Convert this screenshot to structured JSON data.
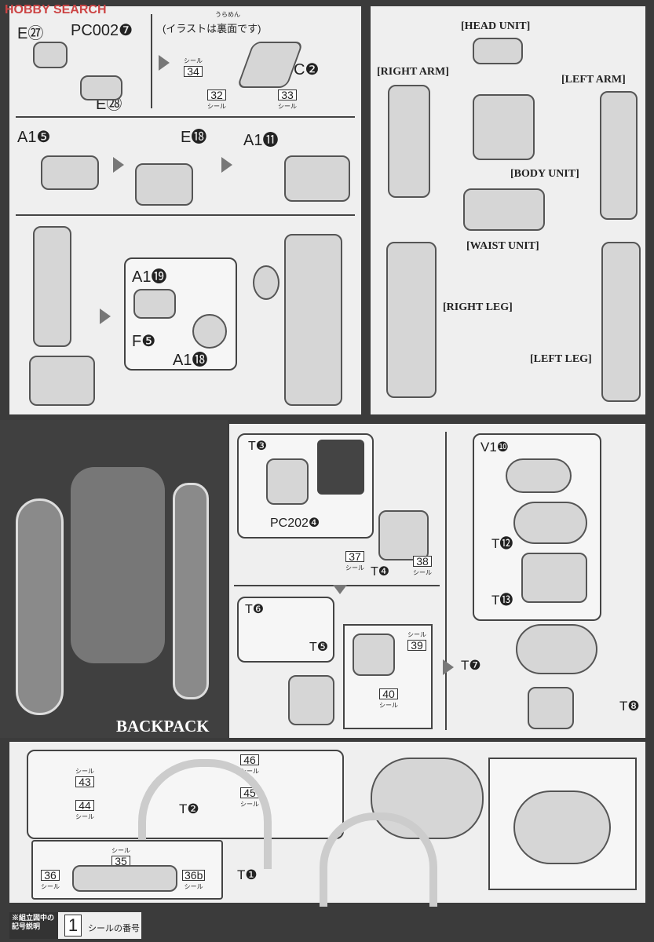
{
  "watermark": "HOBBY SEARCH",
  "step1": {
    "e27": "E㉗",
    "pc002": "PC002❼",
    "e28": "E㉘",
    "note": "(イラストは裏面です)",
    "note_ruby": "うらめん",
    "c2": "C❷",
    "seals": [
      {
        "num": "34",
        "label": "シール"
      },
      {
        "num": "32",
        "label": "シール"
      },
      {
        "num": "33",
        "label": "シール"
      }
    ]
  },
  "step2": {
    "a1_5": "A1❺",
    "e18": "E⓲",
    "a1_11": "A1⓫"
  },
  "step3": {
    "a1_19": "A1⓳",
    "f5": "F❺",
    "a1_18": "A1⓲"
  },
  "units": {
    "head": "[HEAD UNIT]",
    "right_arm": "[RIGHT ARM]",
    "left_arm": "[LEFT ARM]",
    "body": "[BODY UNIT]",
    "waist": "[WAIST UNIT]",
    "right_leg": "[RIGHT LEG]",
    "left_leg": "[LEFT LEG]"
  },
  "backpack": {
    "title": "BACKPACK",
    "t3": "T❸",
    "pc202": "PC202❹",
    "t4": "T❹",
    "t6": "T❻",
    "t5": "T❺",
    "t7": "T❼",
    "t8": "T❽",
    "v1": "V1❿",
    "t12": "T⓬",
    "t13": "T⓭",
    "seals": [
      {
        "num": "37",
        "label": "シール"
      },
      {
        "num": "38",
        "label": "シール"
      },
      {
        "num": "39",
        "label": "シール"
      },
      {
        "num": "40",
        "label": "シール"
      }
    ]
  },
  "bottom": {
    "t1": "T❶",
    "t2": "T❷",
    "seals": [
      {
        "num": "43",
        "label": "シール"
      },
      {
        "num": "44",
        "label": "シール"
      },
      {
        "num": "46",
        "label": "シール"
      },
      {
        "num": "45",
        "label": "シール"
      },
      {
        "num": "35",
        "label": "シール"
      },
      {
        "num": "36",
        "label": "シール"
      },
      {
        "num": "36b",
        "label": "シール"
      }
    ]
  },
  "legend": {
    "title": "※組立図中の記号説明",
    "example": "1",
    "desc": "シールの番号"
  }
}
